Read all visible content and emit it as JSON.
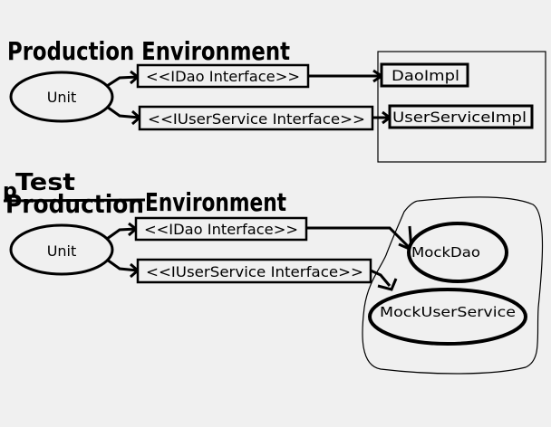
{
  "production": {
    "heading": "Production Environment",
    "unit_label": "Unit",
    "dao_interface": "<<IDao Interface>>",
    "service_interface": "<<IUserService Interface>>",
    "dao_impl": "DaoImpl",
    "service_impl": "UserServiceImpl"
  },
  "test": {
    "heading_corrected": "Test",
    "heading_prefix": "p",
    "heading_struck": "Production",
    "heading_rest": "Environment",
    "unit_label": "Unit",
    "dao_interface": "<<IDao Interface>>",
    "service_interface": "<<IUserService Interface>>",
    "mock_dao": "MockDao",
    "mock_service": "MockUserService"
  },
  "colors": {
    "background": "#f0f0f0",
    "ink": "#000000"
  }
}
